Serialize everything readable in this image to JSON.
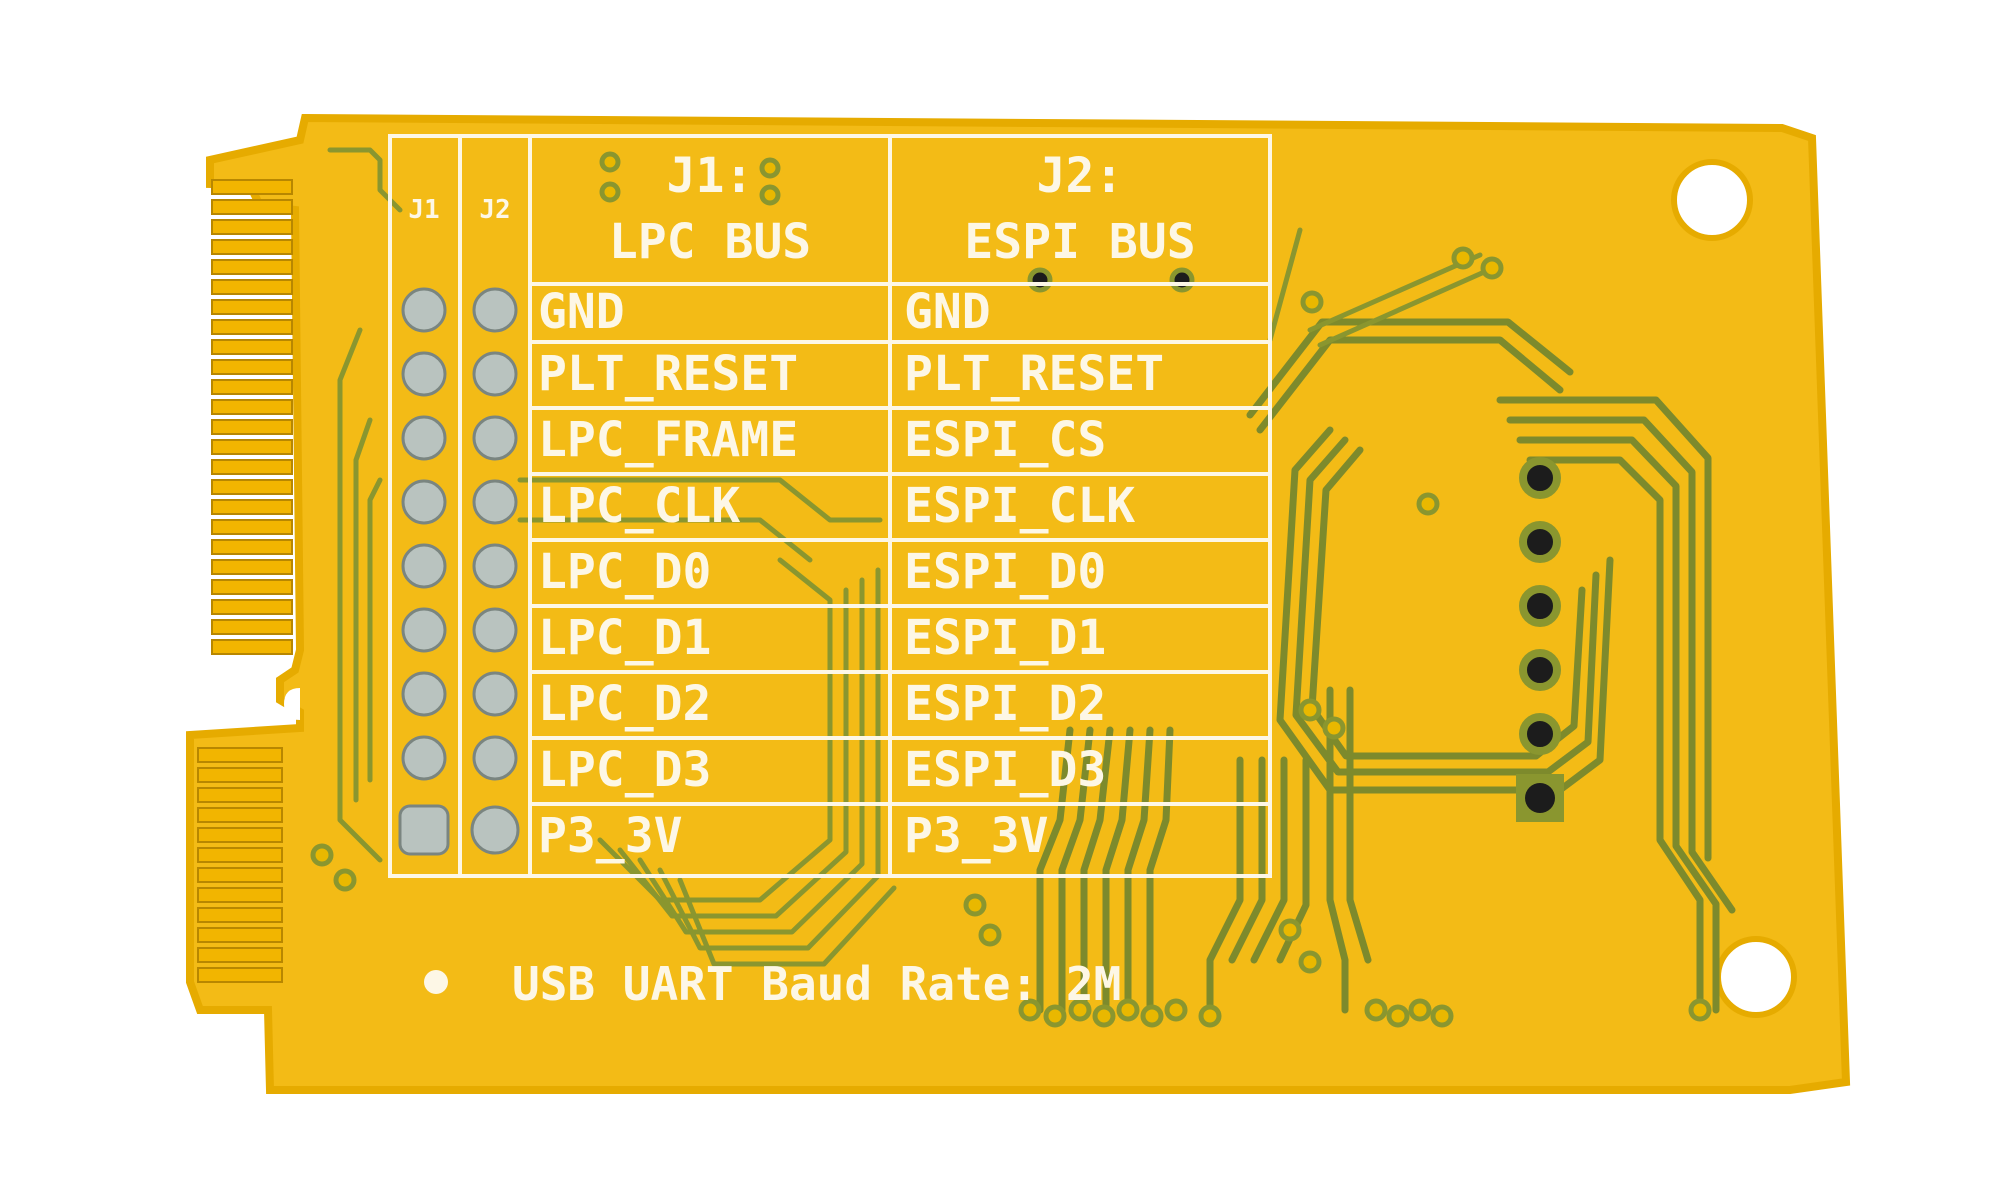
{
  "board": {
    "colors": {
      "board": "#f3bb16",
      "edge": "#e6ab00",
      "silkscreen": "#fdf7e6",
      "traces": "#7d8a2c",
      "pins": "#b9c3bf",
      "holes": "#ffffff"
    },
    "header_labels": [
      "J1",
      "J2"
    ],
    "table": {
      "j1_title": "J1:",
      "j1_subtitle": "LPC BUS",
      "j2_title": "J2:",
      "j2_subtitle": "ESPI BUS",
      "rows": [
        {
          "lpc": "GND",
          "espi": "GND"
        },
        {
          "lpc": "PLT_RESET",
          "espi": "PLT_RESET"
        },
        {
          "lpc": "LPC_FRAME",
          "espi": "ESPI_CS"
        },
        {
          "lpc": "LPC_CLK",
          "espi": "ESPI_CLK"
        },
        {
          "lpc": "LPC_D0",
          "espi": "ESPI_D0"
        },
        {
          "lpc": "LPC_D1",
          "espi": "ESPI_D1"
        },
        {
          "lpc": "LPC_D2",
          "espi": "ESPI_D2"
        },
        {
          "lpc": "LPC_D3",
          "espi": "ESPI_D3"
        },
        {
          "lpc": "P3_3V",
          "espi": "P3_3V"
        }
      ]
    },
    "footer_note": "USB UART Baud Rate: 2M",
    "uart_pin_count": 6
  }
}
